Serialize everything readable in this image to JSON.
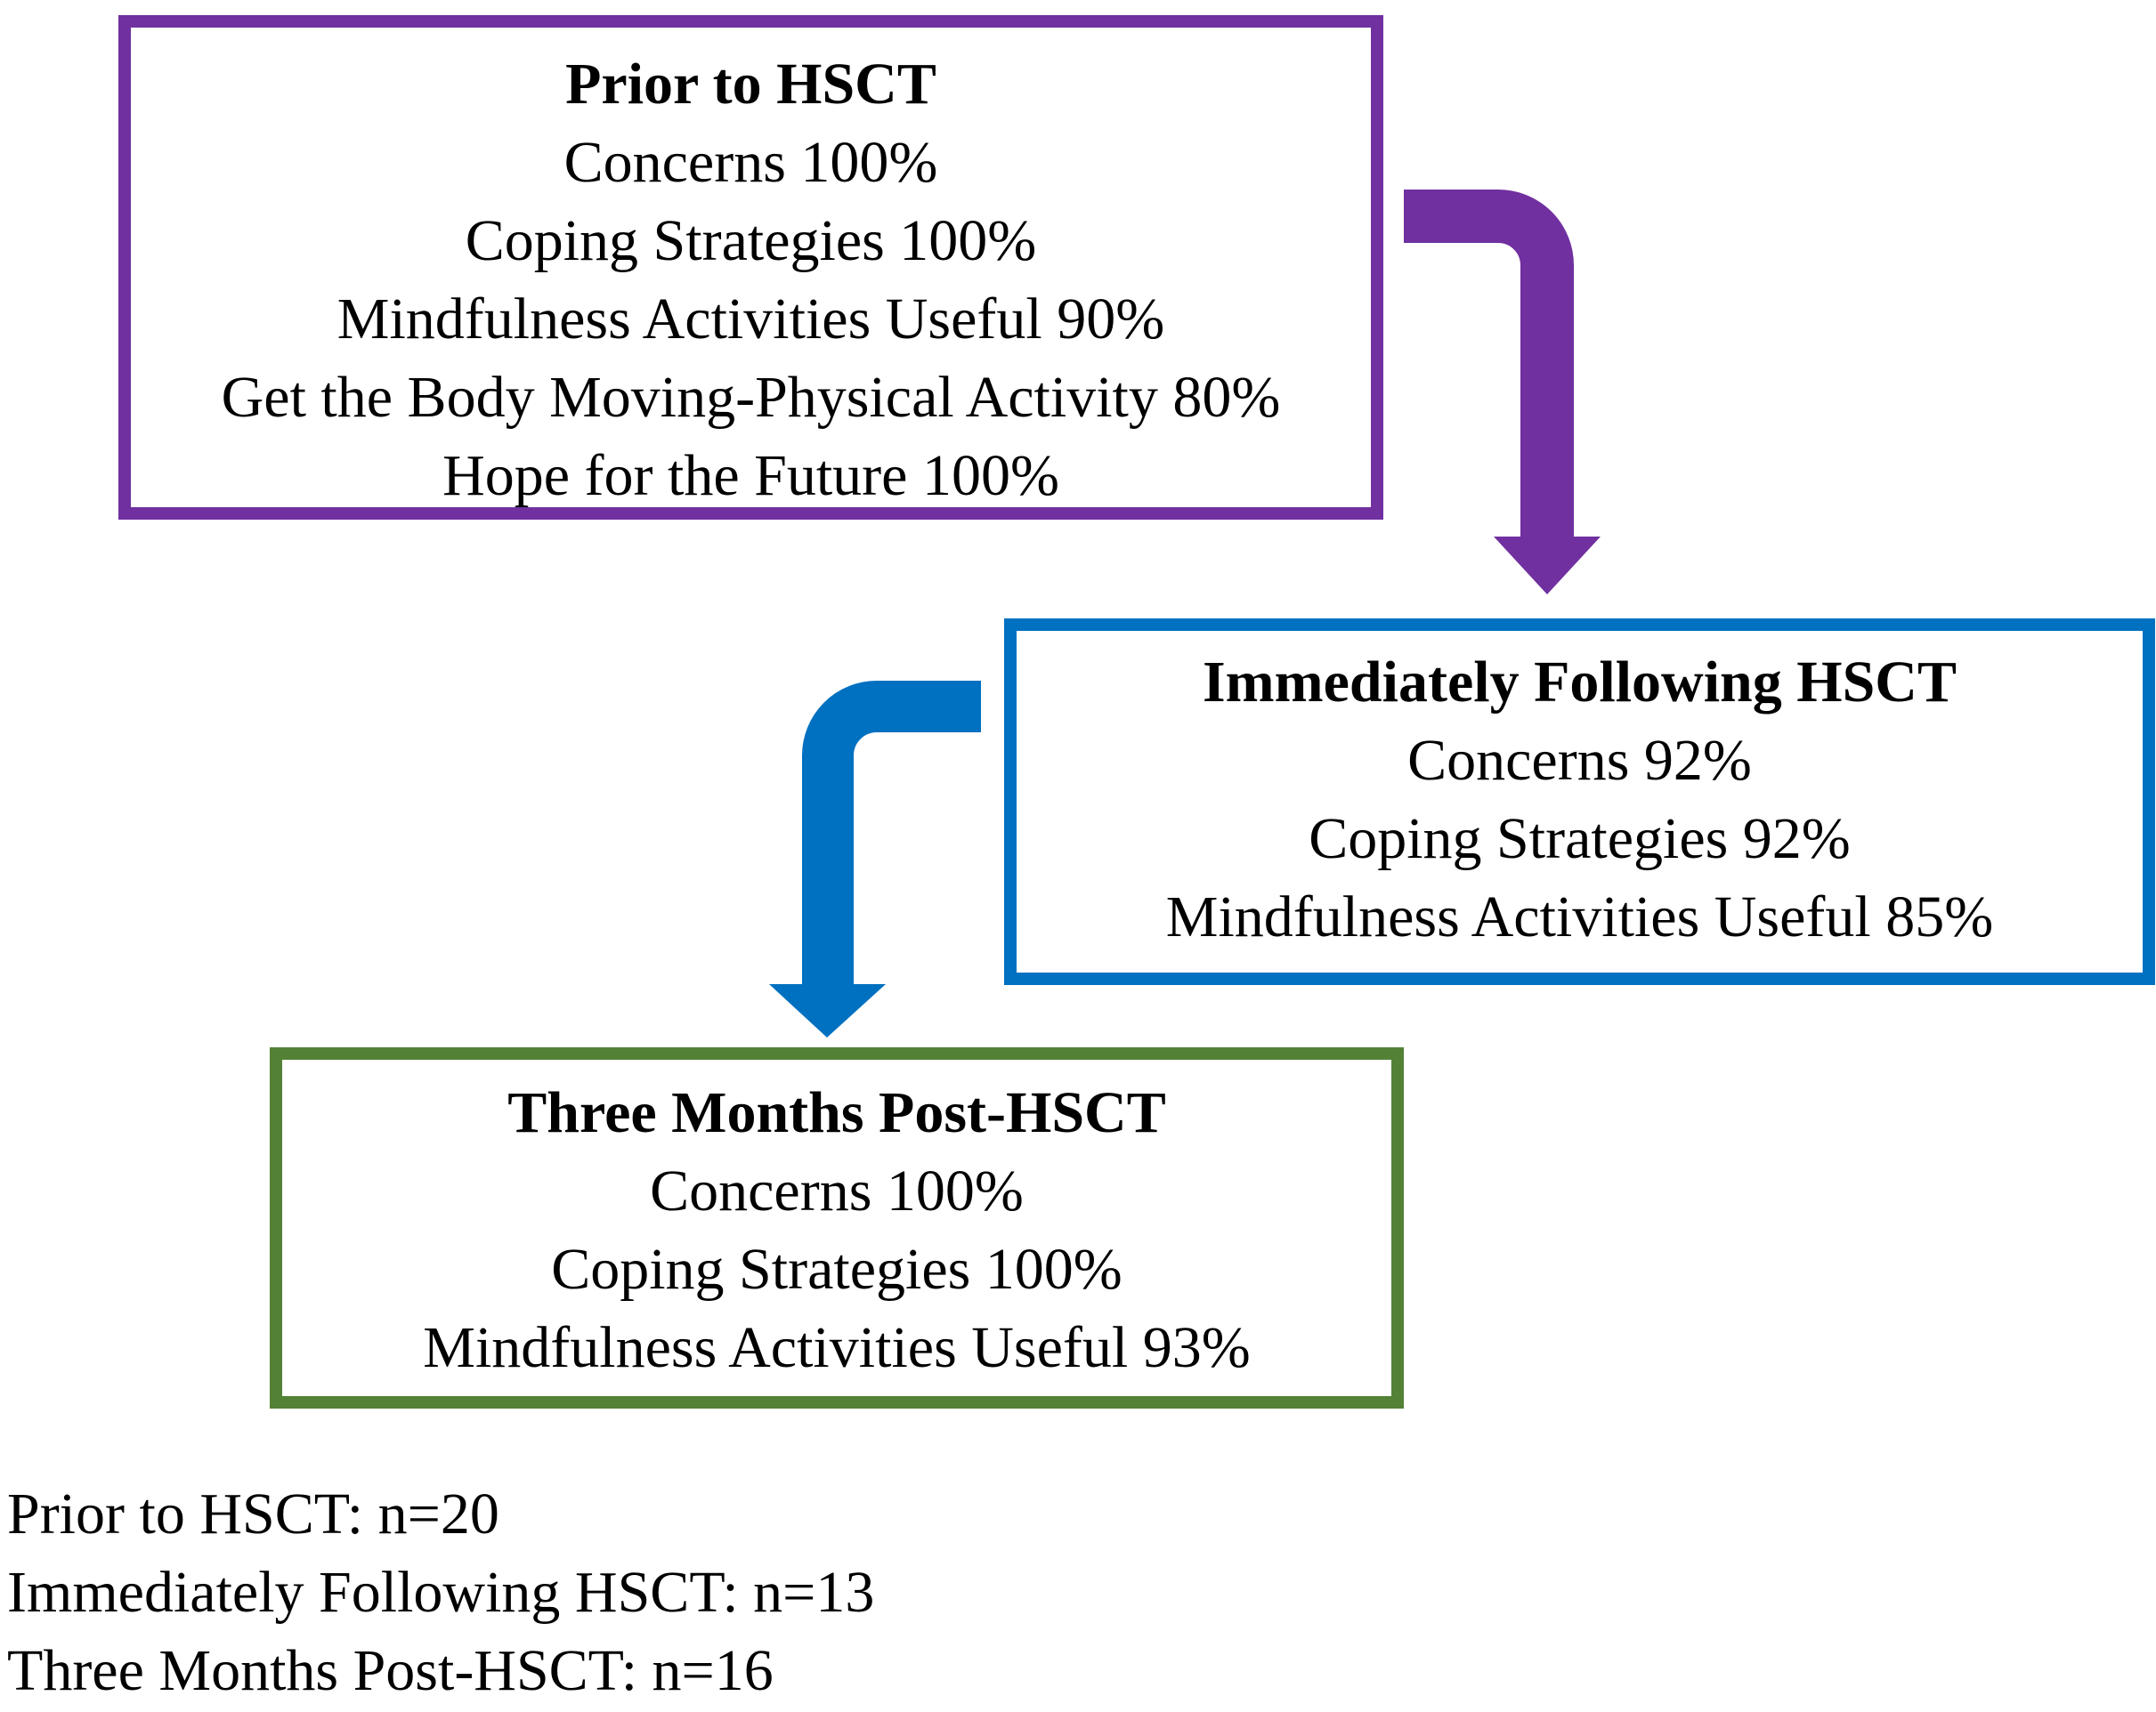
{
  "figure": {
    "type": "flow-diagram",
    "background": "#ffffff",
    "text_color": "#000000"
  },
  "boxes": {
    "prior": {
      "title": "Prior to HSCT",
      "lines": [
        "Concerns 100%",
        "Coping Strategies 100%",
        "Mindfulness Activities Useful 90%",
        "Get the Body Moving-Physical Activity 80%",
        "Hope for the Future 100%"
      ],
      "border_color": "#7030A0"
    },
    "immediate": {
      "title": "Immediately Following HSCT",
      "lines": [
        "Concerns 92%",
        "Coping Strategies 92%",
        "Mindfulness Activities Useful 85%"
      ],
      "border_color": "#0070C0"
    },
    "three_months": {
      "title": "Three Months Post-HSCT",
      "lines": [
        "Concerns 100%",
        "Coping Strategies 100%",
        "Mindfulness Activities Useful 93%"
      ],
      "border_color": "#538135"
    }
  },
  "arrows": {
    "prior_to_immediate": {
      "color": "#7030A0",
      "direction": "right-then-down"
    },
    "immediate_to_three_months": {
      "color": "#0070C0",
      "direction": "left-then-down"
    }
  },
  "footnotes": {
    "line1": "Prior to HSCT: n=20",
    "line2": "Immediately Following HSCT: n=13",
    "line3": "Three Months Post-HSCT: n=16"
  }
}
